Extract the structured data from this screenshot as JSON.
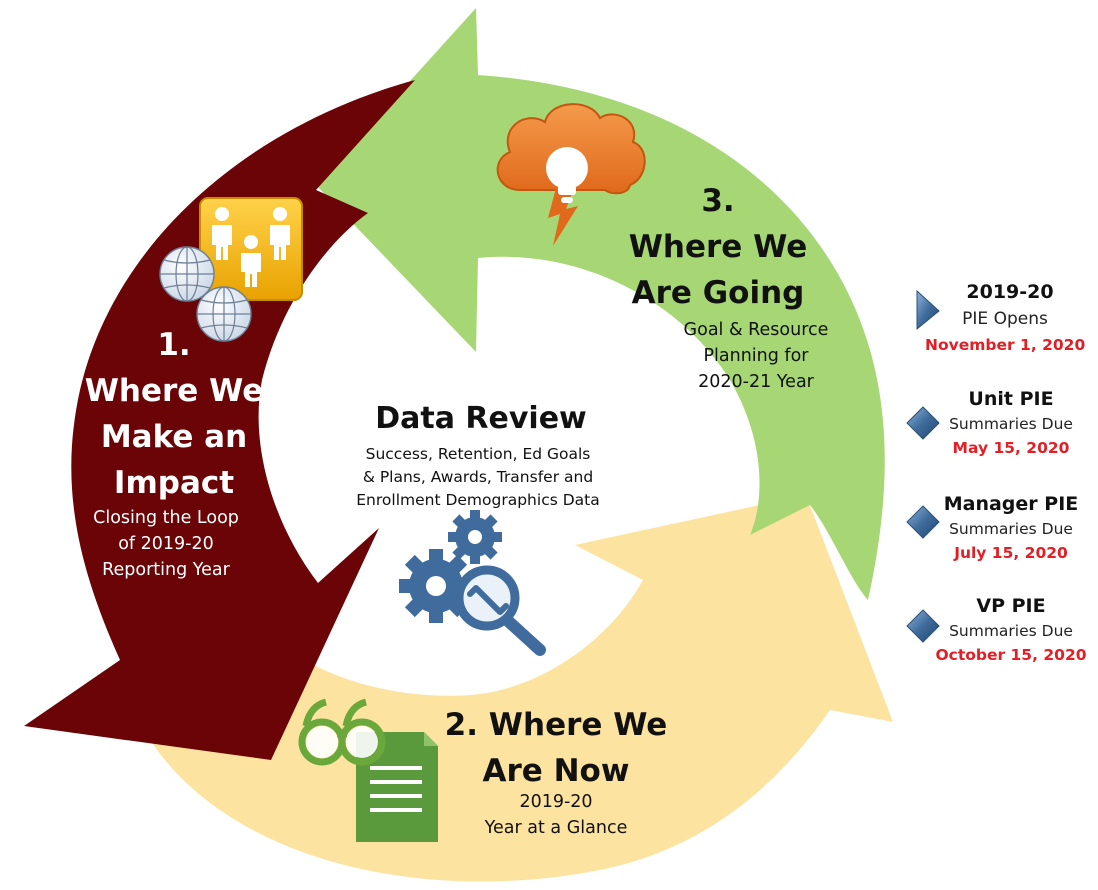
{
  "colors": {
    "impact_arrow": "#6b0406",
    "going_arrow": "#a6d774",
    "now_arrow": "#fde3a0",
    "date_red": "#e31e24",
    "marker_blue": "#3f6c9c"
  },
  "stage1": {
    "number": "1.",
    "title_lines": [
      "Where We",
      "Make an",
      "Impact"
    ],
    "subtitle_lines": [
      "Closing the Loop",
      "of 2019-20",
      "Reporting Year"
    ]
  },
  "stage2": {
    "title_lines": [
      "2. Where We",
      "Are Now"
    ],
    "subtitle_lines": [
      "2019-20",
      "Year at a Glance"
    ]
  },
  "stage3": {
    "number": "3.",
    "title_lines": [
      "Where We",
      "Are Going"
    ],
    "subtitle_lines": [
      "Goal & Resource",
      "Planning for",
      "2020-21 Year"
    ]
  },
  "center": {
    "title": "Data Review",
    "lines": [
      "Success, Retention, Ed Goals",
      "& Plans, Awards, Transfer and",
      "Enrollment Demographics Data"
    ]
  },
  "icons": [
    "people-globe-icon",
    "idea-cloud-icon",
    "gears-magnifier-icon",
    "glasses-document-icon"
  ],
  "timeline": [
    {
      "title": "2019-20",
      "sub": "PIE Opens",
      "date": "November 1, 2020",
      "marker": "triangle"
    },
    {
      "title": "Unit PIE",
      "sub": "Summaries Due",
      "date": "May 15, 2020",
      "marker": "diamond"
    },
    {
      "title": "Manager PIE",
      "sub": "Summaries Due",
      "date": "July 15, 2020",
      "marker": "diamond"
    },
    {
      "title": "VP PIE",
      "sub": "Summaries Due",
      "date": "October 15, 2020",
      "marker": "diamond"
    }
  ]
}
